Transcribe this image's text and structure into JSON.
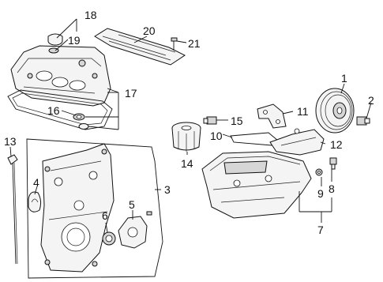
{
  "callouts": {
    "c1": "1",
    "c2": "2",
    "c3": "3",
    "c4": "4",
    "c5": "5",
    "c6": "6",
    "c7": "7",
    "c8": "8",
    "c9": "9",
    "c10": "10",
    "c11": "11",
    "c12": "12",
    "c13": "13",
    "c14": "14",
    "c15": "15",
    "c16": "16",
    "c17": "17",
    "c18": "18",
    "c19": "19",
    "c20": "20",
    "c21": "21"
  },
  "part_icons": {
    "crank_pulley": "pulley-icon",
    "oil_filter": "filter-icon",
    "oil_pan": "oil-pan-icon",
    "timing_cover": "cover-icon",
    "valve_cover": "valve-cover-icon",
    "dipstick": "dipstick-icon"
  }
}
